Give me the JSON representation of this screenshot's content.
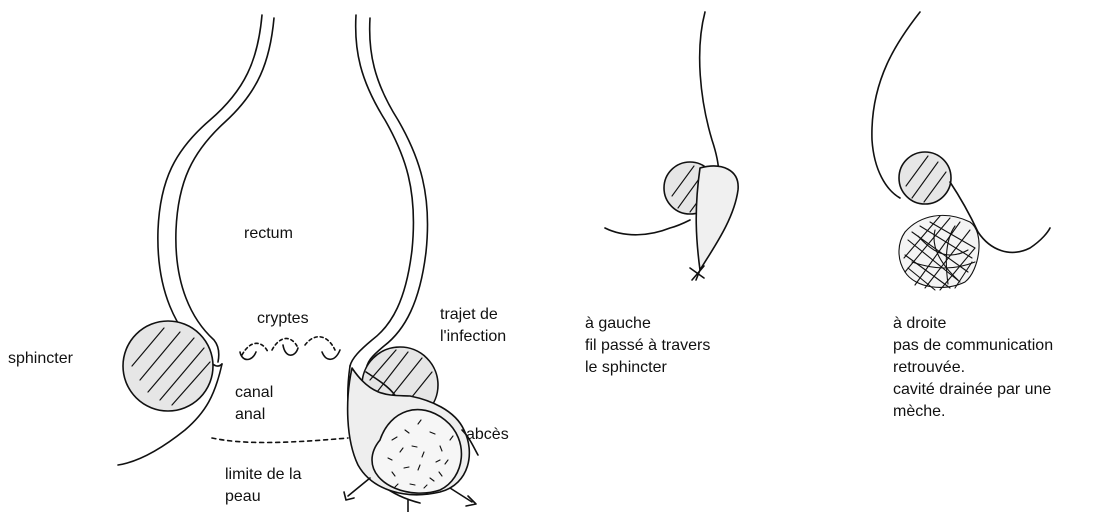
{
  "labels": {
    "rectum": "rectum",
    "cryptes": "cryptes",
    "sphincter": "sphincter",
    "canal_anal": [
      "canal",
      "anal"
    ],
    "limite_peau": [
      "limite de la",
      "peau"
    ],
    "trajet": [
      "trajet de",
      "l'infection"
    ],
    "abces": "abcès"
  },
  "captions": {
    "left": [
      "à gauche",
      "fil passé à travers",
      "le sphincter"
    ],
    "right": [
      "à droite",
      "pas de communication",
      "retrouvée.",
      "cavité drainée par une",
      "mèche."
    ]
  },
  "colors": {
    "ink": "#111111",
    "sphincter_fill": "#e6e6e6",
    "abscess_fill": "#eeeeee"
  }
}
